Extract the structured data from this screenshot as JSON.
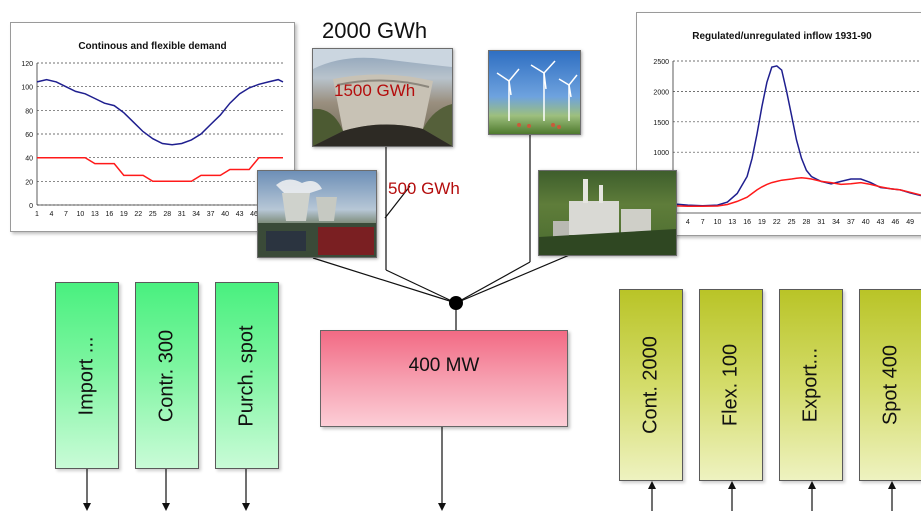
{
  "labels": {
    "total_gwh": "2000 GWh",
    "hydro_gwh": "1500 GWh",
    "nuclear_gwh": "500 GWh",
    "capacity": "400 MW"
  },
  "buy_side": [
    {
      "label": "Import ..."
    },
    {
      "label": "Contr. 300"
    },
    {
      "label": "Purch. spot"
    }
  ],
  "sell_side": [
    {
      "label": "Cont. 2000"
    },
    {
      "label": "Flex. 100"
    },
    {
      "label": "Export..."
    },
    {
      "label": "Spot 400"
    }
  ],
  "colors": {
    "buy_box": "#49f07f",
    "sell_box": "#b9c427",
    "center_box": "#f26a84",
    "series_blue": "#1f1f8f",
    "series_red": "#ff1a1a"
  },
  "chart_data": [
    {
      "type": "line",
      "title": "Continous and flexible demand",
      "xlabel": "",
      "ylabel": "",
      "ylim": [
        0,
        120
      ],
      "yticks": [
        0,
        20,
        40,
        60,
        80,
        100,
        120
      ],
      "xticks": [
        "1",
        "4",
        "7",
        "10",
        "13",
        "16",
        "19",
        "22",
        "25",
        "28",
        "31",
        "34",
        "37",
        "40",
        "43",
        "46"
      ],
      "grid": true,
      "x": [
        1,
        3,
        5,
        7,
        9,
        11,
        13,
        15,
        17,
        19,
        21,
        23,
        25,
        27,
        29,
        31,
        33,
        35,
        37,
        39,
        41,
        43,
        45,
        47,
        49,
        51,
        52
      ],
      "series": [
        {
          "color": "#1f1f8f",
          "values": [
            104,
            106,
            104,
            100,
            96,
            94,
            90,
            86,
            84,
            78,
            70,
            62,
            56,
            52,
            51,
            52,
            55,
            60,
            68,
            76,
            86,
            94,
            99,
            102,
            104,
            106,
            104
          ]
        },
        {
          "color": "#ff1a1a",
          "values": [
            40,
            40,
            40,
            40,
            40,
            40,
            35,
            35,
            35,
            25,
            25,
            25,
            20,
            20,
            20,
            20,
            20,
            25,
            25,
            25,
            30,
            30,
            30,
            40,
            40,
            40,
            40
          ]
        }
      ]
    },
    {
      "type": "line",
      "title": "Regulated/unregulated inflow 1931-90",
      "xlabel": "",
      "ylabel": "",
      "ylim": [
        0,
        2500
      ],
      "yticks": [
        1000,
        1500,
        2000,
        2500
      ],
      "xticks": [
        "4",
        "7",
        "10",
        "13",
        "16",
        "19",
        "22",
        "25",
        "28",
        "31",
        "34",
        "37",
        "40",
        "43",
        "46",
        "49"
      ],
      "grid": true,
      "x": [
        1,
        4,
        7,
        10,
        12,
        14,
        16,
        17,
        18,
        19,
        20,
        21,
        22,
        23,
        24,
        25,
        26,
        27,
        28,
        29,
        30,
        31,
        33,
        35,
        37,
        39,
        41,
        43,
        45,
        47,
        49,
        51,
        52
      ],
      "series": [
        {
          "color": "#1f1f8f",
          "values": [
            150,
            130,
            120,
            130,
            180,
            320,
            600,
            900,
            1300,
            1750,
            2150,
            2400,
            2420,
            2350,
            2000,
            1600,
            1200,
            900,
            700,
            600,
            560,
            520,
            480,
            520,
            560,
            560,
            500,
            420,
            400,
            380,
            330,
            290,
            280
          ]
        },
        {
          "color": "#ff1a1a",
          "values": [
            120,
            110,
            110,
            115,
            140,
            190,
            260,
            320,
            380,
            430,
            470,
            500,
            520,
            540,
            550,
            560,
            570,
            580,
            570,
            560,
            540,
            520,
            500,
            470,
            480,
            500,
            470,
            430,
            400,
            380,
            340,
            300,
            280
          ]
        }
      ]
    }
  ]
}
